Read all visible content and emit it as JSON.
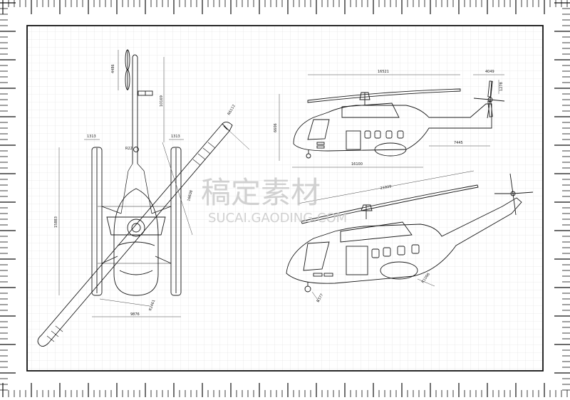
{
  "drawing": {
    "title": "Helicopter blueprint",
    "top_view": {
      "dims": {
        "tail_rotor_width": "4486",
        "tail_boom_length": "10169",
        "left_skid_offset": "1313",
        "right_skid_offset": "1313",
        "mast_radius": "R22",
        "blade_length": "R6112",
        "main_rotor": "16608",
        "overall_length": "15883",
        "nose_radius": "R2461",
        "skid_span": "9876"
      }
    },
    "side_view": {
      "dims": {
        "rotor_to_tail": "16521",
        "tail_offset": "4049",
        "tail_rotor": "1278",
        "height": "6606",
        "tail_boom": "7445",
        "fuselage_length": "16100"
      }
    },
    "perspective_view": {
      "dims": {
        "rotor_span": "21929",
        "sponson": "R1096",
        "wheel": "R377"
      }
    }
  },
  "watermark": {
    "cn": "稿定素材",
    "en": "SUCAI.GAODING.COM"
  },
  "colors": {
    "line": "#1a1a1a",
    "grid": "#d4d4d4",
    "ruler": "#111111",
    "background": "#ffffff"
  }
}
